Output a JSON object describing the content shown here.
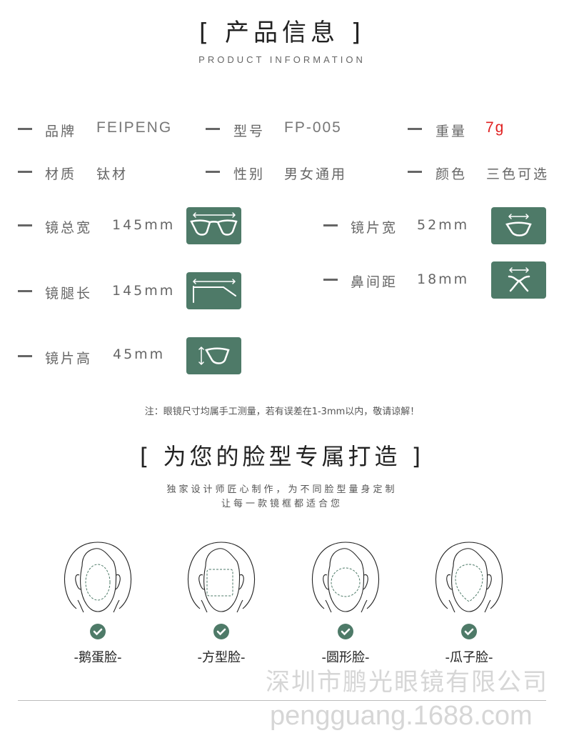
{
  "header": {
    "title": "[ 产品信息 ]",
    "subtitle": "PRODUCT INFORMATION"
  },
  "specs": [
    {
      "label": "品牌",
      "value": "FEIPENG"
    },
    {
      "label": "型号",
      "value": "FP-005"
    },
    {
      "label": "重量",
      "value": "7g"
    },
    {
      "label": "材质",
      "value": "钛材"
    },
    {
      "label": "性别",
      "value": "男女通用"
    },
    {
      "label": "颜色",
      "value": "三色可选"
    }
  ],
  "dimensions": [
    {
      "label": "镜总宽",
      "value": "145mm",
      "icon": "frame-width-icon"
    },
    {
      "label": "镜腿长",
      "value": "145mm",
      "icon": "temple-length-icon"
    },
    {
      "label": "镜片高",
      "value": "45mm",
      "icon": "lens-height-icon"
    },
    {
      "label": "镜片宽",
      "value": "52mm",
      "icon": "lens-width-icon"
    },
    {
      "label": "鼻间距",
      "value": "18mm",
      "icon": "bridge-width-icon"
    }
  ],
  "note": "注：眼镜尺寸均属手工测量，若有误差在1-3mm以内，敬请谅解！",
  "face_section": {
    "title": "[ 为您的脸型专属打造 ]",
    "subtitle1": "独家设计师匠心制作，为不同脸型量身定制",
    "subtitle2": "让每一款镜框都适合您",
    "faces": [
      {
        "name": "-鹅蛋脸-"
      },
      {
        "name": "-方型脸-"
      },
      {
        "name": "-圆形脸-"
      },
      {
        "name": "-瓜子脸-"
      }
    ]
  },
  "watermark": {
    "company": "深圳市鹏光眼镜有限公司",
    "url": "pengguang.1688.com"
  },
  "colors": {
    "accent": "#4e7a68",
    "highlight": "#e02020"
  }
}
